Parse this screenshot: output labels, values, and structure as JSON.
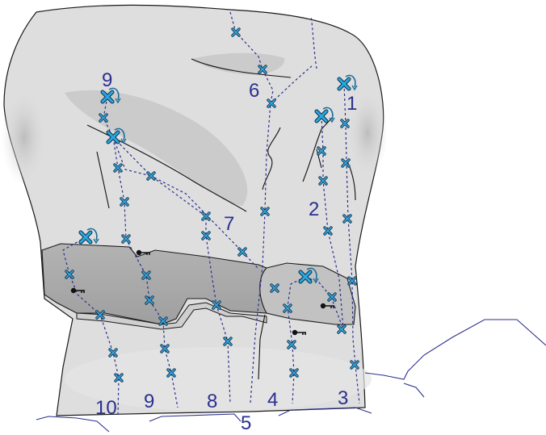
{
  "diagram": {
    "route_labels": [
      "1",
      "2",
      "3",
      "4",
      "5",
      "6",
      "7",
      "8",
      "9",
      "9",
      "10"
    ]
  },
  "colors": {
    "rock_light": "#dedede",
    "rock_shade": "#c4c4c4",
    "band_dark": "#a9a9a9",
    "route_line": "#2b2f8f",
    "bolt": "#1b6f9a",
    "anchor": "#29a8e0",
    "outline": "#1a1a1a",
    "ground_line": "#2b2f8f"
  },
  "legend_icons": [
    "bolt-icon",
    "anchor-icon",
    "lower-off-arrow-icon",
    "key-icon"
  ]
}
